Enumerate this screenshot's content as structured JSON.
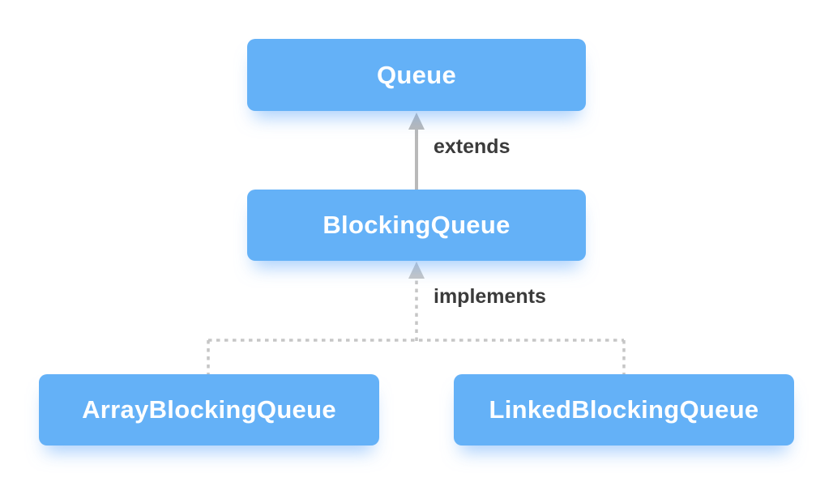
{
  "diagram": {
    "nodes": {
      "queue": {
        "label": "Queue"
      },
      "blocking_queue": {
        "label": "BlockingQueue"
      },
      "array_blocking_queue": {
        "label": "ArrayBlockingQueue"
      },
      "linked_blocking_queue": {
        "label": "LinkedBlockingQueue"
      }
    },
    "edges": {
      "extends": {
        "label": "extends",
        "style": "solid-arrow",
        "from": "BlockingQueue",
        "to": "Queue"
      },
      "implements": {
        "label": "implements",
        "style": "dashed-arrow",
        "from": "ArrayBlockingQueue, LinkedBlockingQueue",
        "to": "BlockingQueue"
      }
    },
    "colors": {
      "node_fill": "#64b1f7",
      "node_text": "#ffffff",
      "edge_label_text": "#3b3b3b",
      "solid_arrow": "#b9b9b9",
      "dashed_line": "#c6c6c6",
      "background": "#ffffff"
    }
  }
}
